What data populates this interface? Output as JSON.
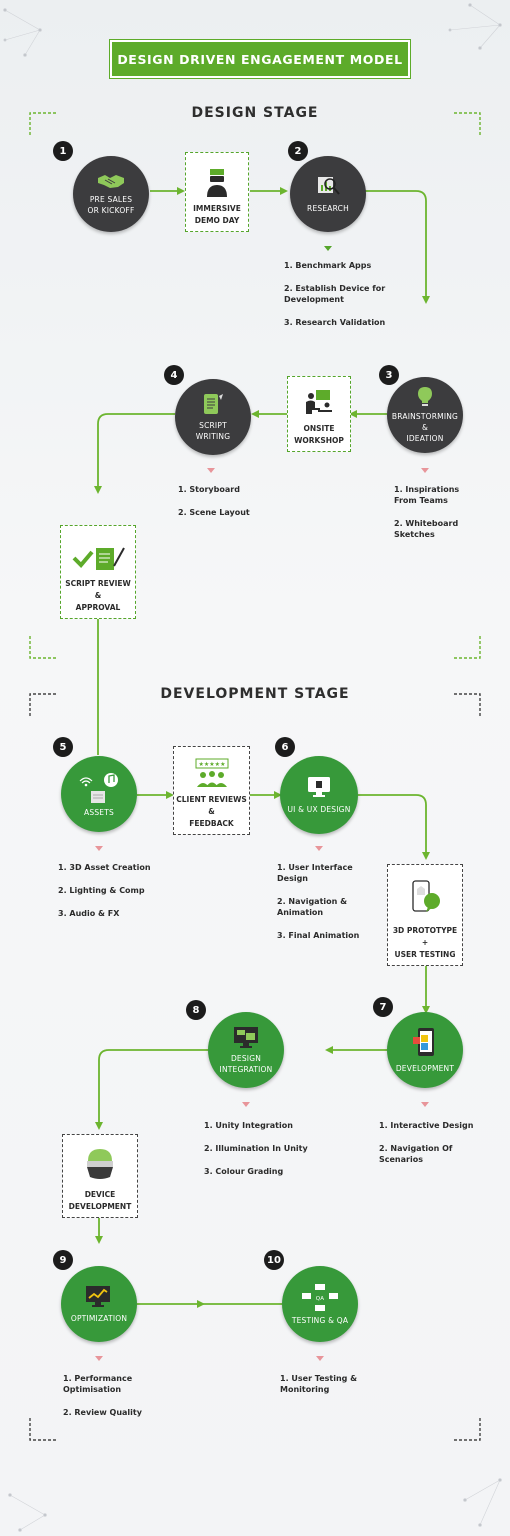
{
  "title": "DESIGN DRIVEN ENGAGEMENT MODEL",
  "design_stage": "DESIGN STAGE",
  "development_stage": "DEVELOPMENT STAGE",
  "colors": {
    "green": "#5dab2a",
    "dark": "#3c3c3e",
    "circle_green": "#37993a",
    "red_caret": "#e8959a"
  },
  "steps": {
    "presales": {
      "number": "1",
      "label1": "PRE SALES",
      "label2": "OR KICKOFF"
    },
    "demo_day": {
      "label1": "IMMERSIVE",
      "label2": "DEMO DAY"
    },
    "research": {
      "number": "2",
      "label": "RESEARCH",
      "items": [
        "1. Benchmark Apps",
        "2. Establish Device for Development",
        "3.  Research Validation"
      ]
    },
    "brainstorming": {
      "number": "3",
      "label1": "BRAINSTORMING",
      "label2": "&",
      "label3": "IDEATION",
      "items": [
        "1. Inspirations From Teams",
        "2. Whiteboard Sketches"
      ]
    },
    "onsite": {
      "label1": "ONSITE",
      "label2": "WORKSHOP"
    },
    "script": {
      "number": "4",
      "label1": "SCRIPT",
      "label2": "WRITING",
      "items": [
        "1. Storyboard",
        "2. Scene Layout"
      ]
    },
    "script_review": {
      "label1": "SCRIPT REVIEW",
      "label2": "&",
      "label3": "APPROVAL"
    },
    "assets": {
      "number": "5",
      "label": "ASSETS",
      "items": [
        "1. 3D Asset Creation",
        "2. Lighting & Comp",
        "3. Audio & FX"
      ]
    },
    "client_reviews": {
      "label1": "CLIENT REVIEWS",
      "label2": "&",
      "label3": "FEEDBACK"
    },
    "uiux": {
      "number": "6",
      "label": "UI & UX DESIGN",
      "items": [
        "1. User Interface Design",
        "2. Navigation & Animation",
        "3. Final Animation"
      ]
    },
    "prototype": {
      "label1": "3D PROTOTYPE",
      "label2": "+",
      "label3": "USER TESTING"
    },
    "development": {
      "number": "7",
      "label": "DEVELOPMENT",
      "items": [
        "1. Interactive Design",
        "2. Navigation Of Scenarios"
      ]
    },
    "design_integration": {
      "number": "8",
      "label1": "DESIGN",
      "label2": "INTEGRATION",
      "items": [
        "1. Unity Integration",
        "2. Illumination In Unity",
        "3. Colour Grading"
      ]
    },
    "device_development": {
      "label1": "DEVICE",
      "label2": "DEVELOPMENT"
    },
    "optimization": {
      "number": "9",
      "label": "OPTIMIZATION",
      "items": [
        "1. Performance Optimisation",
        "2. Review Quality"
      ]
    },
    "testing": {
      "number": "10",
      "label": "TESTING & QA",
      "icon_text": "QA",
      "items": [
        "1. User Testing & Monitoring"
      ]
    }
  }
}
